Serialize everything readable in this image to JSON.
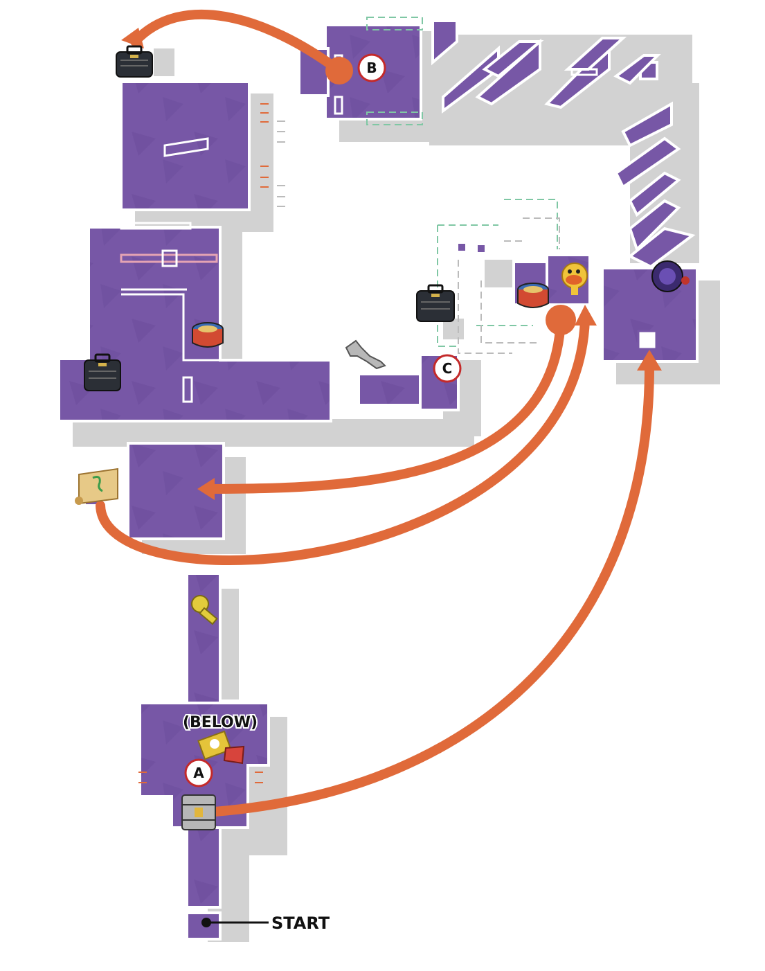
{
  "map": {
    "colors": {
      "floor": "#7757a6",
      "floor_dark": "#4f3680",
      "shadow": "#d2d2d2",
      "route": "#e06a3a",
      "marker_ring": "#c42a2a",
      "secret_path": "#7fc7a4"
    },
    "labels": {
      "below": "(BELOW)",
      "start": "START"
    },
    "markers": [
      {
        "id": "A",
        "label": "A"
      },
      {
        "id": "B",
        "label": "B"
      },
      {
        "id": "C",
        "label": "C"
      }
    ],
    "items": [
      {
        "name": "briefcase-icon",
        "count": 3
      },
      {
        "name": "ammo-box-icon",
        "count": 2
      },
      {
        "name": "treasure-map-scroll-icon",
        "count": 1
      },
      {
        "name": "key-icon",
        "count": 1
      },
      {
        "name": "wrench-icon",
        "count": 1
      },
      {
        "name": "golden-creature-icon",
        "count": 1
      },
      {
        "name": "robot-enemy-icon",
        "count": 1
      },
      {
        "name": "metal-crate-icon",
        "count": 1
      },
      {
        "name": "gold-chip-bundle-icon",
        "count": 1
      }
    ]
  }
}
